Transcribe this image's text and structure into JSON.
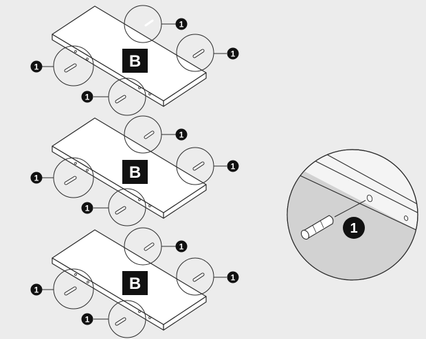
{
  "part_label": "B",
  "dowel_number": "1",
  "colors": {
    "ink": "#111111",
    "line": "#2a2a2a",
    "background": "#ececec",
    "panel": "#ffffff",
    "zoom_shade": "#d2d2d2"
  },
  "assemblies": [
    {
      "label": "B",
      "callouts": [
        "1",
        "1",
        "1",
        "1"
      ]
    },
    {
      "label": "B",
      "callouts": [
        "1",
        "1",
        "1",
        "1"
      ]
    },
    {
      "label": "B",
      "callouts": [
        "1",
        "1",
        "1",
        "1"
      ]
    }
  ],
  "detail": {
    "number": "1"
  }
}
